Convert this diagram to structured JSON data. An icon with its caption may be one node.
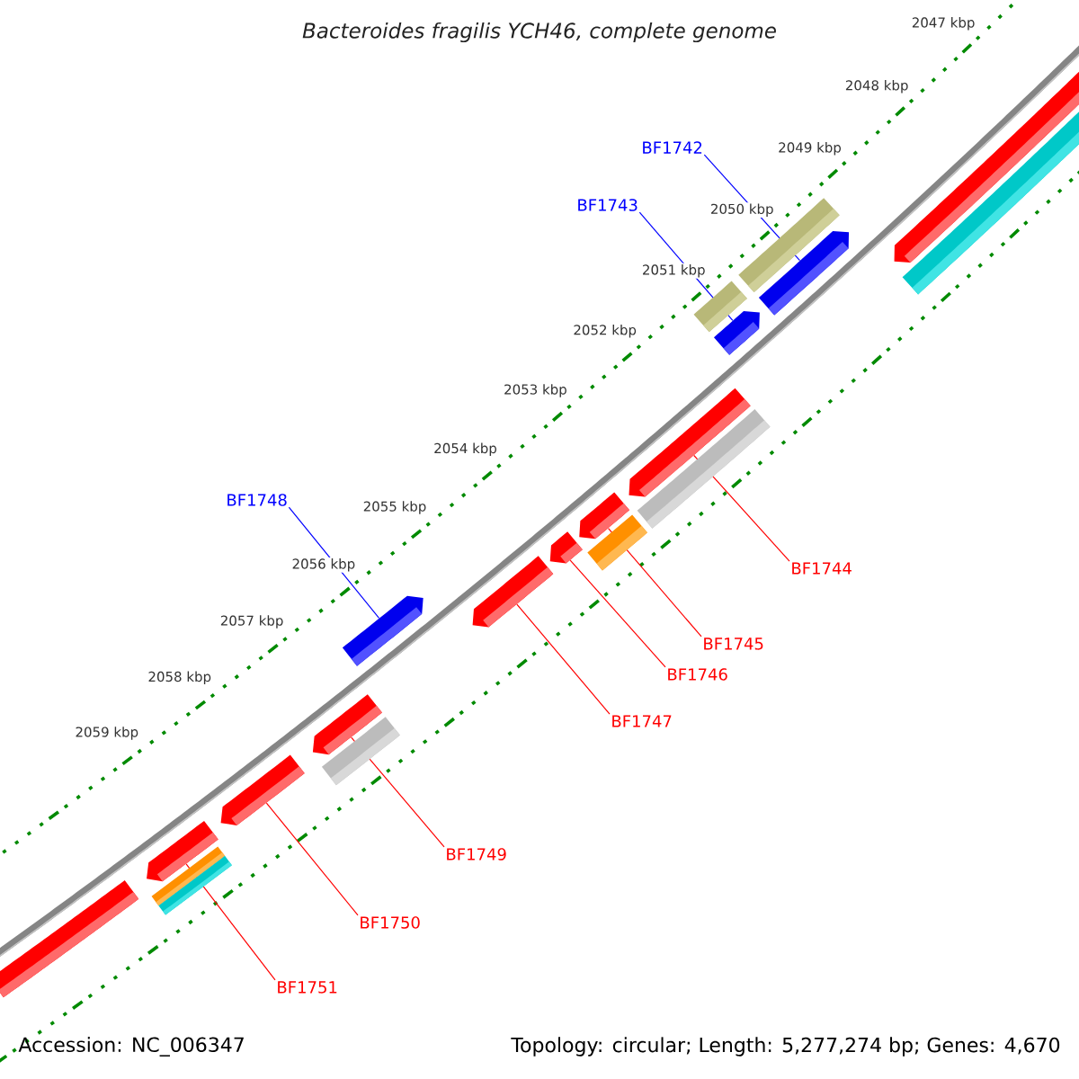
{
  "diagram": {
    "title": "Bacteroides fragilis YCH46, complete genome",
    "nodes": [
      {
        "text": [
          "BF1742"
        ]
      },
      {
        "text": [
          "BF1743"
        ]
      },
      {
        "text": [
          "BF1748"
        ]
      },
      {
        "text": [
          "BF1744"
        ]
      },
      {
        "text": [
          "BF1745"
        ]
      },
      {
        "text": [
          "BF1746"
        ]
      },
      {
        "text": [
          "BF1747"
        ]
      },
      {
        "text": [
          "BF1749"
        ]
      },
      {
        "text": [
          "BF1750"
        ]
      },
      {
        "text": [
          "BF1751"
        ]
      },
      {
        "text": [],
        "shape": "bar"
      },
      {
        "text": [],
        "shape": "bar"
      },
      {
        "text": [],
        "shape": "bar"
      },
      {
        "text": [],
        "shape": "bar"
      },
      {
        "text": [],
        "shape": "bar"
      },
      {
        "text": [],
        "shape": "bar"
      },
      {
        "text": [],
        "shape": "bar"
      },
      {
        "text": [],
        "shape": "bar"
      },
      {
        "text": [],
        "shape": "bar"
      },
      {
        "text": [],
        "shape": "bar"
      },
      {
        "text": [],
        "shape": "bar"
      },
      {
        "text": [],
        "shape": "bar"
      }
    ],
    "edges": [
      {
        "from": 0,
        "to": 11,
        "arrow": "none",
        "color": "#0000ff"
      },
      {
        "from": 1,
        "to": 12,
        "arrow": "none",
        "color": "#0000ff"
      },
      {
        "from": 2,
        "to": 17,
        "arrow": "none",
        "color": "#0000ff"
      },
      {
        "from": 3,
        "to": 13,
        "arrow": "none"
      },
      {
        "from": 4,
        "to": 14,
        "arrow": "none"
      },
      {
        "from": 5,
        "to": 15,
        "arrow": "none"
      },
      {
        "from": 6,
        "to": 16,
        "arrow": "none"
      },
      {
        "from": 7,
        "to": 18,
        "arrow": "none"
      },
      {
        "from": 8,
        "to": 19,
        "arrow": "none"
      },
      {
        "from": 9,
        "to": 20,
        "arrow": "none"
      }
    ],
    "labels": [
      "2047 kbp",
      "2048 kbp",
      "2049 kbp",
      "2050 kbp",
      "2051 kbp",
      "2052 kbp",
      "2053 kbp",
      "2054 kbp",
      "2055 kbp",
      "2056 kbp",
      "2057 kbp",
      "2058 kbp",
      "2059 kbp",
      "Accession: NC_006347",
      "Topology: circular; Length: 5,277,274 bp; Genes: 4,670"
    ]
  }
}
